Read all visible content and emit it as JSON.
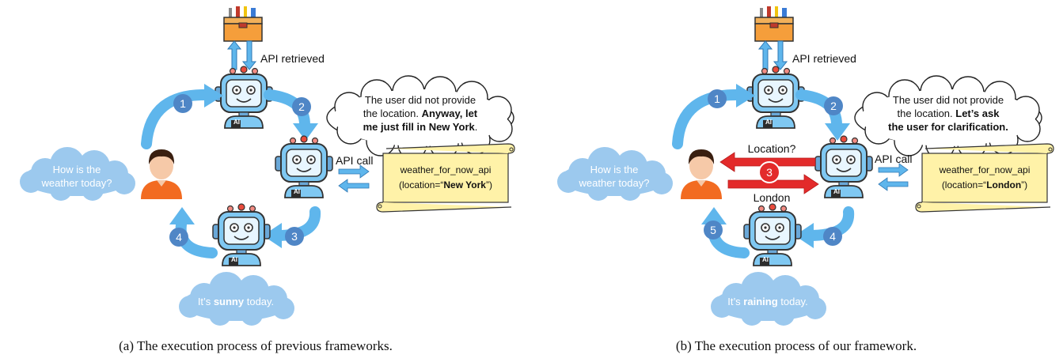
{
  "colors": {
    "blue_arrow": "#5fb6ec",
    "blue_arrow_dark": "#3f9ed8",
    "badge": "#4f86c6",
    "cloud": "#9cc9ee",
    "scroll": "#fff2a8",
    "red": "#e32b2b",
    "robot": "#7fc8f2"
  },
  "panel_a": {
    "caption": "(a) The execution process of previous frameworks.",
    "api_retrieved": "API retrieved",
    "api_call": "API call",
    "thought_line1": "The user did not provide",
    "thought_line2_plain": "the location. ",
    "thought_line2_bold": "Anyway, let",
    "thought_line3_bold": "me just fill in New York",
    "thought_line3_plain": ".",
    "api_name": "weather_for_now_api",
    "api_arg_prefix": "(location=“",
    "api_arg_value": "New York",
    "api_arg_suffix": "”)",
    "question_line1": "How is the",
    "question_line2": "weather today?",
    "answer_prefix": "It’s  ",
    "answer_bold": "sunny",
    "answer_suffix": " today.",
    "steps": [
      "1",
      "2",
      "3",
      "4"
    ]
  },
  "panel_b": {
    "caption": "(b) The execution process of our framework.",
    "api_retrieved": "API retrieved",
    "api_call": "API call",
    "thought_line1": "The user did not provide",
    "thought_line2_plain": "the location. ",
    "thought_line2_bold": "Let’s ask",
    "thought_line3_bold": "the user for clarification.",
    "api_name": "weather_for_now_api",
    "api_arg_prefix": "(location=“",
    "api_arg_value": "London",
    "api_arg_suffix": "”)",
    "question_line1": "How is the",
    "question_line2": "weather today?",
    "answer_prefix": "It’s ",
    "answer_bold": "raining",
    "answer_suffix": " today.",
    "clarify_question": "Location?",
    "clarify_answer": "London",
    "steps": [
      "1",
      "2",
      "3",
      "4",
      "5"
    ]
  },
  "icons": {
    "toolbox": "toolbox-icon",
    "robot": "robot-icon",
    "user": "user-avatar-icon",
    "robot_label": "AI"
  }
}
